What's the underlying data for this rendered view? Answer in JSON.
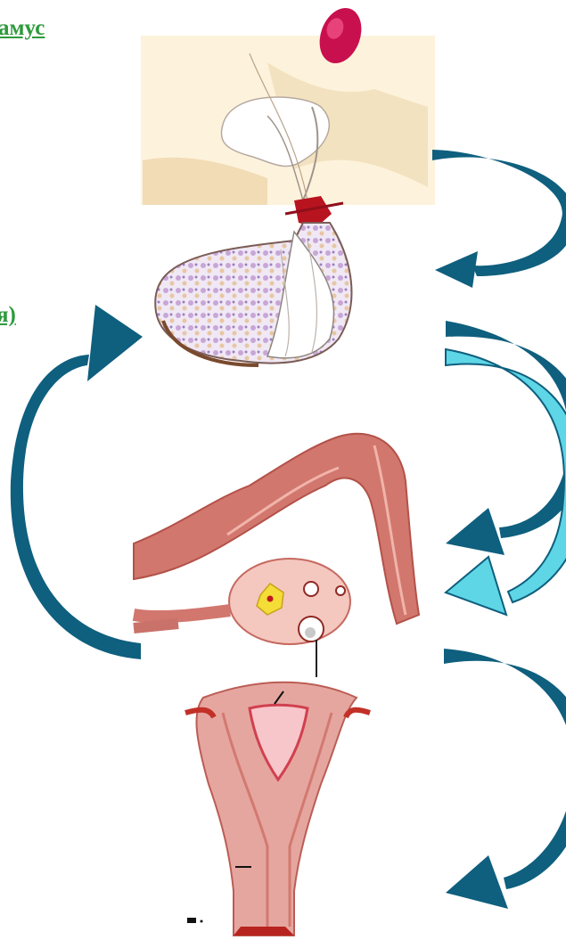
{
  "labels": {
    "top": "амус",
    "middle": "я)"
  },
  "colors": {
    "label_green": "#2e9a3c",
    "arrow_dark": "#0f5f7e",
    "arrow_light": "#5ed6e6",
    "tissue_pink": "#e8a39a",
    "tissue_dark": "#c9463c"
  },
  "icons": [
    "hypothalamus-illustration",
    "pituitary-illustration",
    "ovary-tube-illustration",
    "uterus-illustration"
  ]
}
